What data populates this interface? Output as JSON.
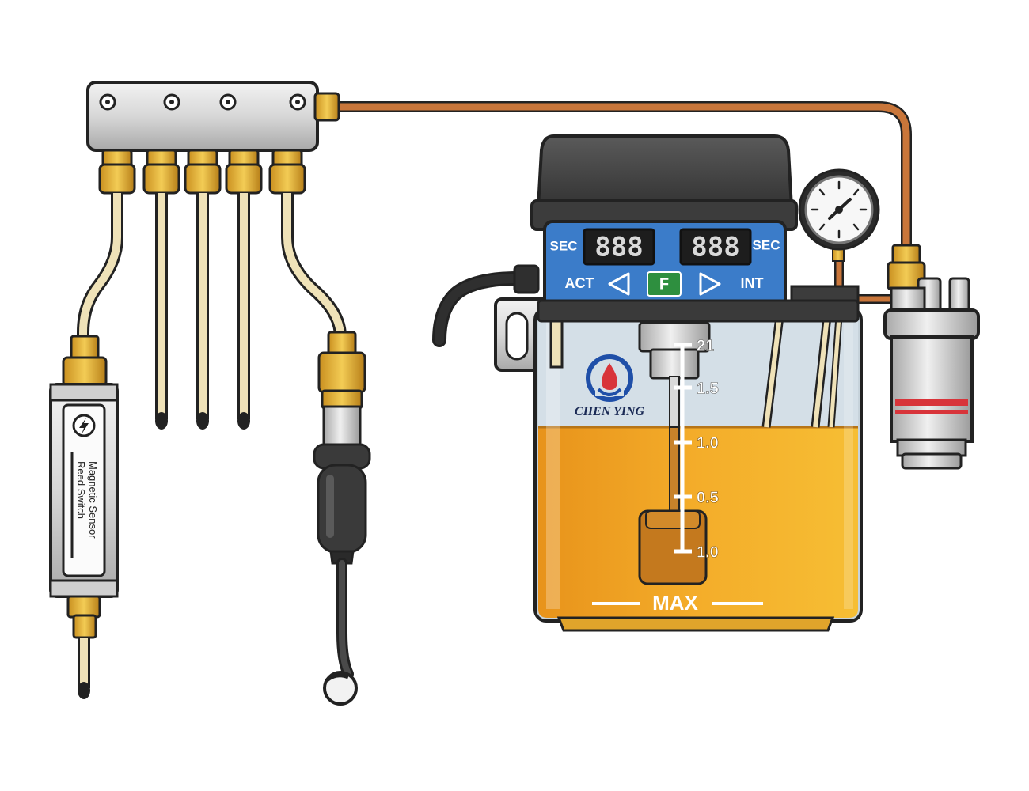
{
  "sensor": {
    "line1": "Magnetic Sensor",
    "line2": "Reed Switch"
  },
  "panel": {
    "sec_left": "SEC",
    "sec_right": "SEC",
    "display_left": "888",
    "display_right": "888",
    "act": "ACT",
    "int": "INT",
    "f_button": "F",
    "left_arrow": "◁",
    "right_arrow": "▷"
  },
  "brand": {
    "name": "CHEN YING"
  },
  "level_scale": {
    "ticks": [
      "21",
      "1.5",
      "1.0",
      "0.5",
      "1.0"
    ],
    "max_label": "MAX"
  },
  "icons": [
    "lightning-icon",
    "pressure-gauge-icon",
    "chen-ying-logo",
    "arrow-left-icon",
    "arrow-right-icon"
  ],
  "colors": {
    "oil": "#F0A521",
    "copper_pipe": "#C9763A",
    "brass": "#E3B43B",
    "panel_blue": "#3B7CC9",
    "lid": "#4A4A4A",
    "filter_red": "#D8343A"
  }
}
